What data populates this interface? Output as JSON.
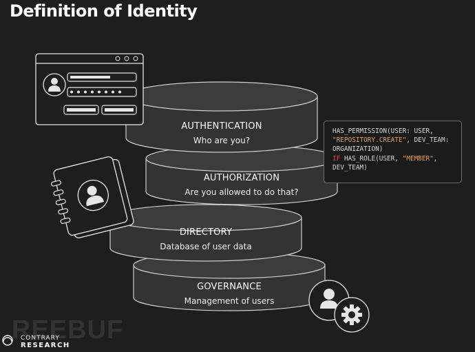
{
  "title": "Definition of Identity",
  "layers": [
    {
      "name": "AUTHENTICATION",
      "description": "Who are you?"
    },
    {
      "name": "AUTHORIZATION",
      "description": "Are you allowed to do that?"
    },
    {
      "name": "DIRECTORY",
      "description": "Database of user data"
    },
    {
      "name": "GOVERNANCE",
      "description": "Management of users"
    }
  ],
  "code": {
    "l1": "HAS_PERMISSION(USER: USER,",
    "l2_str": "\"REPOSITORY.CREATE\"",
    "l2_rest": ", DEV_TEAM:",
    "l3": "ORGANIZATION)",
    "l4_kw": "IF",
    "l4_rest": " HAS_ROLE(USER, ",
    "l4_str": "\"MEMBER\"",
    "l4_end": ",",
    "l5": "DEV_TEAM)"
  },
  "watermark": "REEBUF",
  "brand": {
    "top": "CONTRARY",
    "bottom": "RESEARCH"
  },
  "colors": {
    "background": "#1e1e1f",
    "cylinder": "#3a3a3a",
    "stroke": "#cfcfcf",
    "string": "#e0a25a",
    "keyword": "#e04b4b"
  },
  "icons": [
    "user-icon",
    "address-book-icon",
    "gear-icon",
    "contrary-logo-icon"
  ]
}
